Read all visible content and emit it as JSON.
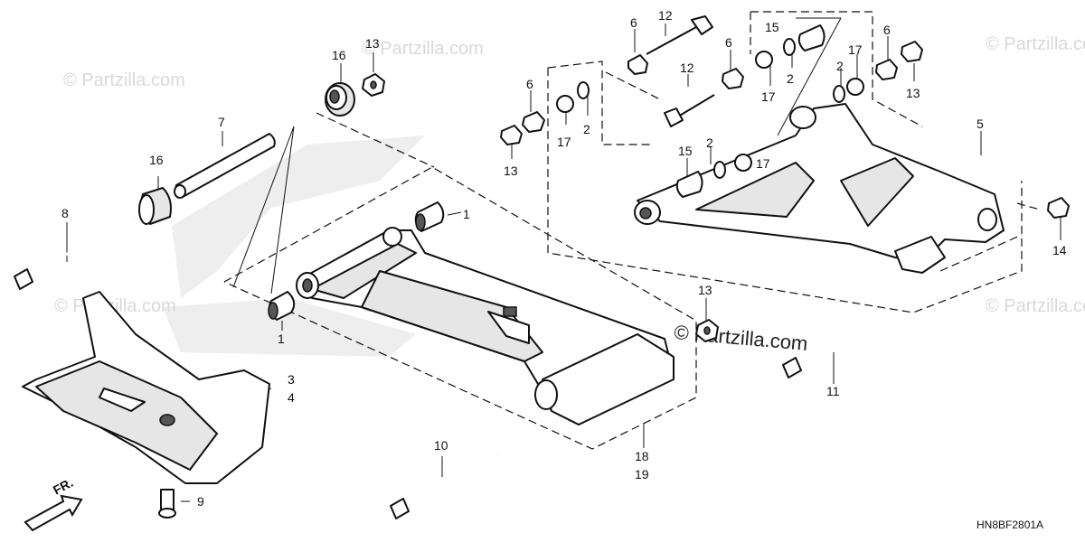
{
  "watermark": {
    "text": "© Partzilla.com"
  },
  "center_watermark": {
    "text": "© Partzilla.com"
  },
  "diagram_code": "HN8BF2801A",
  "direction_label": "FR.",
  "callouts": {
    "c1a": "1",
    "c1b": "1",
    "c2a": "2",
    "c2b": "2",
    "c2c": "2",
    "c2d": "2",
    "c3": "3",
    "c4": "4",
    "c5": "5",
    "c6a": "6",
    "c6b": "6",
    "c6c": "6",
    "c6d": "6",
    "c7": "7",
    "c8": "8",
    "c9": "9",
    "c10": "10",
    "c11": "11",
    "c12a": "12",
    "c12b": "12",
    "c13a": "13",
    "c13b": "13",
    "c13c": "13",
    "c13d": "13",
    "c14": "14",
    "c15a": "15",
    "c15b": "15",
    "c16a": "16",
    "c16b": "16",
    "c17a": "17",
    "c17b": "17",
    "c17c": "17",
    "c17d": "17",
    "c18": "18",
    "c19": "19"
  },
  "colors": {
    "line": "#111111",
    "watermark": "#d9d9d9",
    "shade": "#e6e6e6"
  }
}
